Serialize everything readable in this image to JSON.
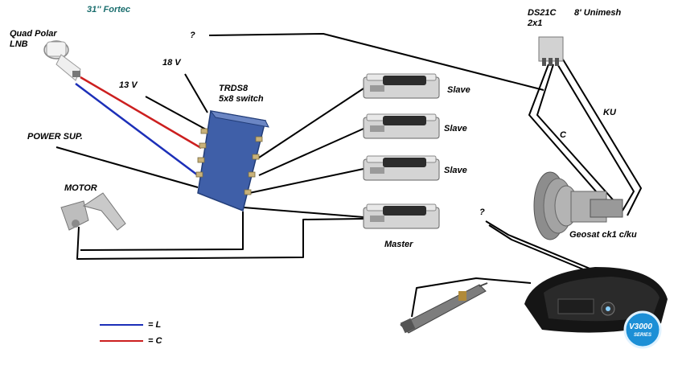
{
  "labels": {
    "fortec": "31'' Fortec",
    "lnb_line1": "Quad Polar",
    "lnb_line2": "LNB",
    "question_top": "?",
    "question_right": "?",
    "v18": "18 V",
    "v13": "13 V",
    "switch_line1": "TRDS8",
    "switch_line2": "5x8 switch",
    "power": "POWER SUP.",
    "motor": "MOTOR",
    "slave1": "Slave",
    "slave2": "Slave",
    "slave3": "Slave",
    "master": "Master",
    "ds21c_line1": "DS21C",
    "ds21c_line2": "2x1",
    "unimesh": "8' Unimesh",
    "ku": "KU",
    "c": "C",
    "geosat": "Geosat ck1 c/ku",
    "receiver_badge": "V3000",
    "receiver_badge_sub": "SERIES"
  },
  "legend": [
    {
      "text": "= L",
      "color": "#1c2fb8"
    },
    {
      "text": "= C",
      "color": "#cc1f1f"
    }
  ],
  "colors": {
    "wire": "#000000",
    "lnb_blue": "#1c2fb8",
    "lnb_red": "#cc1f1f",
    "switch_body": "#3f5fa8",
    "receiver_body": "#d4d4d4",
    "badge": "#1c8fd6"
  }
}
